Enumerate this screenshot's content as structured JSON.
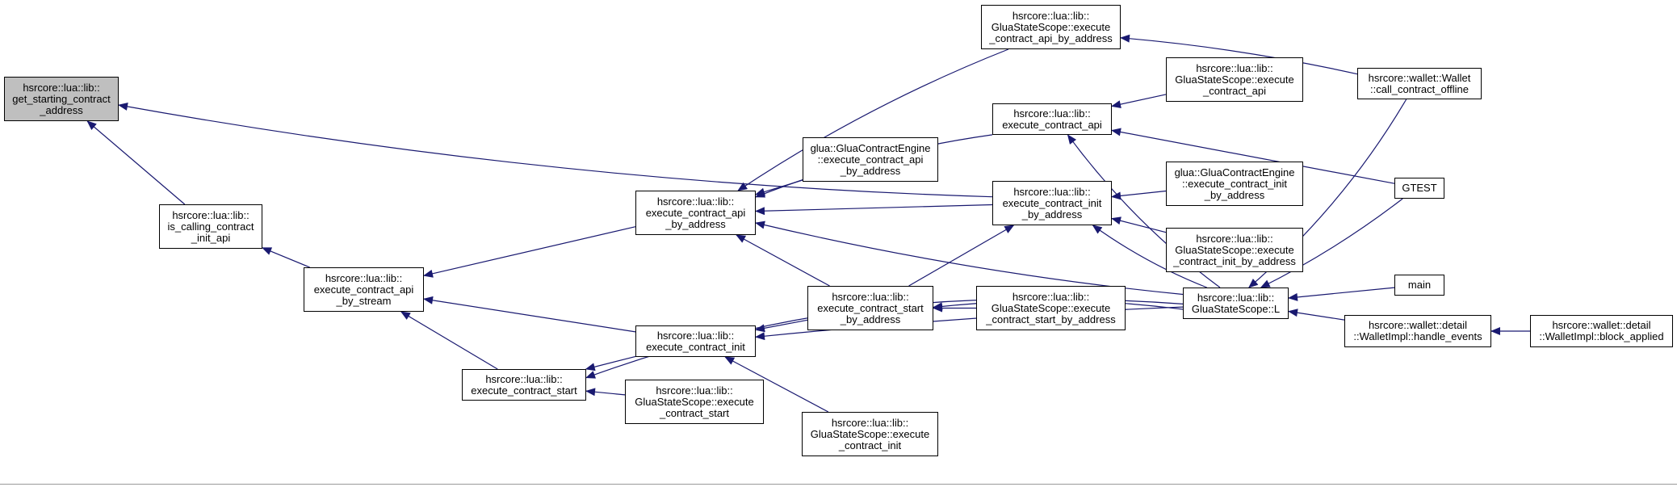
{
  "colors": {
    "edge": "#191970",
    "node_border": "#000000",
    "highlight_fill": "#bfbfbf"
  },
  "nodes": {
    "get_starting_contract_address": {
      "lines": [
        "hsrcore::lua::lib::",
        "get_starting_contract",
        "_address"
      ]
    },
    "is_calling_contract_init_api": {
      "lines": [
        "hsrcore::lua::lib::",
        "is_calling_contract",
        "_init_api"
      ]
    },
    "execute_contract_api_by_stream": {
      "lines": [
        "hsrcore::lua::lib::",
        "execute_contract_api",
        "_by_stream"
      ]
    },
    "execute_contract_start": {
      "lines": [
        "hsrcore::lua::lib::",
        "execute_contract_start"
      ]
    },
    "execute_contract_api_by_address": {
      "lines": [
        "hsrcore::lua::lib::",
        "execute_contract_api",
        "_by_address"
      ]
    },
    "execute_contract_init": {
      "lines": [
        "hsrcore::lua::lib::",
        "execute_contract_init"
      ]
    },
    "gss_execute_contract_start": {
      "lines": [
        "hsrcore::lua::lib::",
        "GluaStateScope::execute",
        "_contract_start"
      ]
    },
    "gss_execute_contract_api_by_address": {
      "lines": [
        "hsrcore::lua::lib::",
        "GluaStateScope::execute",
        "_contract_api_by_address"
      ]
    },
    "gce_execute_contract_api_by_address": {
      "lines": [
        "glua::GluaContractEngine",
        "::execute_contract_api",
        "_by_address"
      ]
    },
    "execute_contract_start_by_address": {
      "lines": [
        "hsrcore::lua::lib::",
        "execute_contract_start",
        "_by_address"
      ]
    },
    "gss_execute_contract_init": {
      "lines": [
        "hsrcore::lua::lib::",
        "GluaStateScope::execute",
        "_contract_init"
      ]
    },
    "execute_contract_api": {
      "lines": [
        "hsrcore::lua::lib::",
        "execute_contract_api"
      ]
    },
    "execute_contract_init_by_address": {
      "lines": [
        "hsrcore::lua::lib::",
        "execute_contract_init",
        "_by_address"
      ]
    },
    "gss_execute_contract_start_by_address": {
      "lines": [
        "hsrcore::lua::lib::",
        "GluaStateScope::execute",
        "_contract_start_by_address"
      ]
    },
    "gss_execute_contract_api": {
      "lines": [
        "hsrcore::lua::lib::",
        "GluaStateScope::execute",
        "_contract_api"
      ]
    },
    "gce_execute_contract_init_by_address": {
      "lines": [
        "glua::GluaContractEngine",
        "::execute_contract_init",
        "_by_address"
      ]
    },
    "gss_execute_contract_init_by_address": {
      "lines": [
        "hsrcore::lua::lib::",
        "GluaStateScope::execute",
        "_contract_init_by_address"
      ]
    },
    "gss_L": {
      "lines": [
        "hsrcore::lua::lib::",
        "GluaStateScope::L"
      ]
    },
    "wallet_call_contract_offline": {
      "lines": [
        "hsrcore::wallet::Wallet",
        "::call_contract_offline"
      ]
    },
    "gtest": {
      "lines": [
        "GTEST"
      ]
    },
    "main": {
      "lines": [
        "main"
      ]
    },
    "walletimpl_handle_events": {
      "lines": [
        "hsrcore::wallet::detail",
        "::WalletImpl::handle_events"
      ]
    },
    "walletimpl_block_applied": {
      "lines": [
        "hsrcore::wallet::detail",
        "::WalletImpl::block_applied"
      ]
    }
  },
  "edges": [
    [
      "is_calling_contract_init_api",
      "get_starting_contract_address"
    ],
    [
      "execute_contract_init_by_address",
      "get_starting_contract_address"
    ],
    [
      "execute_contract_api_by_stream",
      "is_calling_contract_init_api"
    ],
    [
      "execute_contract_api_by_address",
      "execute_contract_api_by_stream"
    ],
    [
      "execute_contract_init",
      "execute_contract_api_by_stream"
    ],
    [
      "execute_contract_start",
      "execute_contract_api_by_stream"
    ],
    [
      "execute_contract_init",
      "execute_contract_start"
    ],
    [
      "gss_execute_contract_start",
      "execute_contract_start"
    ],
    [
      "gss_L",
      "execute_contract_start"
    ],
    [
      "gss_execute_contract_api_by_address",
      "execute_contract_api_by_address"
    ],
    [
      "execute_contract_api",
      "execute_contract_api_by_address"
    ],
    [
      "gce_execute_contract_api_by_address",
      "execute_contract_api_by_address"
    ],
    [
      "execute_contract_init_by_address",
      "execute_contract_api_by_address"
    ],
    [
      "gss_L",
      "execute_contract_api_by_address"
    ],
    [
      "execute_contract_start_by_address",
      "execute_contract_api_by_address"
    ],
    [
      "execute_contract_start_by_address",
      "execute_contract_init"
    ],
    [
      "gss_execute_contract_init",
      "execute_contract_init"
    ],
    [
      "gss_L",
      "execute_contract_init"
    ],
    [
      "execute_contract_start_by_address",
      "execute_contract_init_by_address"
    ],
    [
      "gss_execute_contract_start_by_address",
      "execute_contract_start_by_address"
    ],
    [
      "gss_L",
      "execute_contract_start_by_address"
    ],
    [
      "gss_execute_contract_api",
      "execute_contract_api"
    ],
    [
      "gtest",
      "execute_contract_api"
    ],
    [
      "gss_L",
      "execute_contract_api"
    ],
    [
      "gce_execute_contract_init_by_address",
      "execute_contract_init_by_address"
    ],
    [
      "gss_execute_contract_init_by_address",
      "execute_contract_init_by_address"
    ],
    [
      "gss_L",
      "execute_contract_init_by_address"
    ],
    [
      "wallet_call_contract_offline",
      "gss_execute_contract_api_by_address"
    ],
    [
      "wallet_call_contract_offline",
      "gss_L"
    ],
    [
      "gtest",
      "gss_L"
    ],
    [
      "main",
      "gss_L"
    ],
    [
      "walletimpl_handle_events",
      "gss_L"
    ],
    [
      "walletimpl_block_applied",
      "walletimpl_handle_events"
    ]
  ]
}
